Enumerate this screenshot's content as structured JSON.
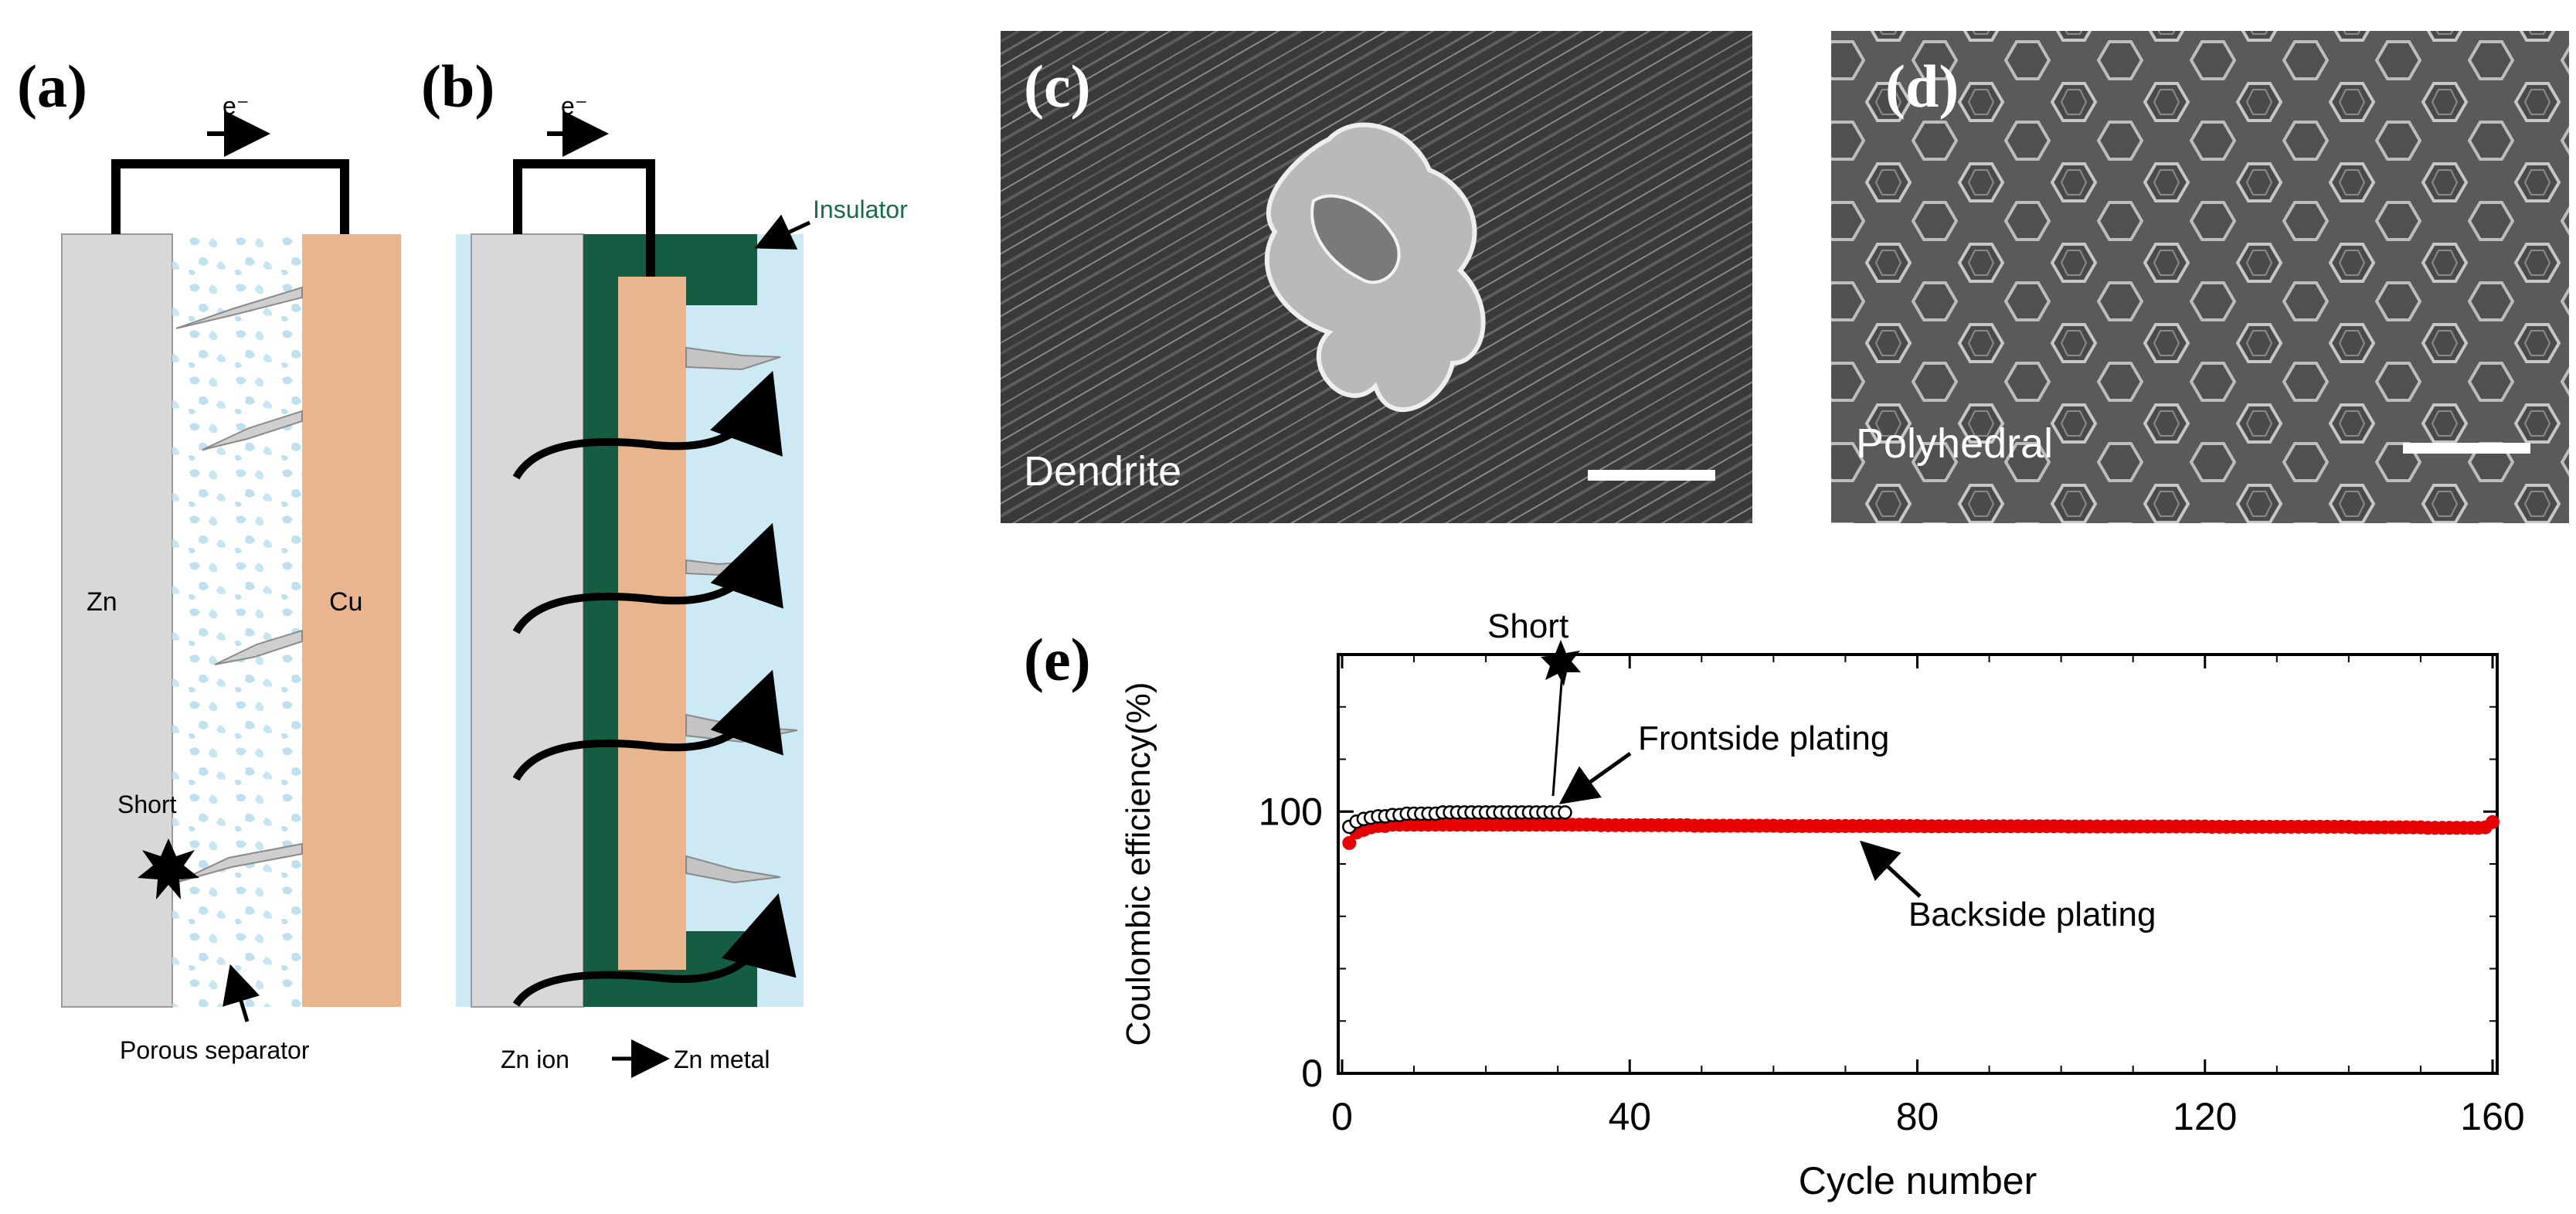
{
  "panels": {
    "a": {
      "label": "(a)",
      "electron": "e⁻",
      "zn": "Zn",
      "cu": "Cu",
      "short": "Short",
      "separator": "Porous separator"
    },
    "b": {
      "label": "(b)",
      "electron": "e⁻",
      "insulator": "Insulator",
      "ion_left": "Zn ion",
      "ion_right": "Zn metal"
    },
    "c": {
      "label": "(c)",
      "caption": "Dendrite"
    },
    "d": {
      "label": "(d)",
      "caption": "Polyhedral"
    },
    "e": {
      "label": "(e)",
      "short": "Short",
      "frontside": "Frontside plating",
      "backside": "Backside plating"
    }
  },
  "colors": {
    "zn": "#d8d8d8",
    "cu": "#e8b58f",
    "insulator": "#145c42",
    "electrolyte": "#cde9f4",
    "backside_series": "#e60000",
    "frontside_series": "#000000"
  },
  "chart_data": {
    "type": "scatter",
    "xlabel": "Cycle number",
    "ylabel": "Coulombic efficiency(%)",
    "xlim": [
      0,
      160
    ],
    "ylim": [
      0,
      160
    ],
    "xticks": [
      0,
      40,
      80,
      120,
      160
    ],
    "yticks": [
      0,
      100
    ],
    "grid": false,
    "series": [
      {
        "name": "Frontside plating",
        "marker": "open-circle",
        "x": [
          1,
          2,
          3,
          4,
          5,
          6,
          7,
          8,
          9,
          10,
          11,
          12,
          13,
          14,
          15,
          16,
          17,
          18,
          19,
          20,
          21,
          22,
          23,
          24,
          25,
          26,
          27,
          28,
          29,
          30,
          31
        ],
        "y": [
          93,
          95,
          96,
          96.5,
          97,
          97,
          97.5,
          97.5,
          98,
          98,
          98,
          98,
          98,
          98.5,
          98.5,
          98.5,
          98.5,
          98.5,
          98.5,
          98.5,
          98.5,
          98.5,
          98.5,
          98.5,
          98.5,
          98.5,
          98.5,
          98.5,
          98.5,
          98.5,
          98.5
        ]
      },
      {
        "name": "Backside plating",
        "marker": "filled-circle",
        "x_start": 1,
        "x_end": 160,
        "y": [
          88,
          92,
          93,
          94,
          94.5,
          94.5,
          95,
          95,
          95,
          95,
          95,
          95,
          95,
          95,
          95,
          95,
          95,
          95,
          95,
          95,
          95,
          95,
          95,
          95,
          95,
          95,
          95,
          95,
          95,
          95,
          95,
          95,
          95,
          95,
          95,
          94.8,
          94.8,
          94.8,
          94.8,
          94.8,
          94.8,
          94.8,
          94.8,
          94.8,
          94.8,
          94.8,
          94.8,
          94.8,
          94.6,
          94.6,
          94.6,
          94.6,
          94.6,
          94.6,
          94.6,
          94.6,
          94.6,
          94.6,
          94.6,
          94.6,
          94.5,
          94.5,
          94.5,
          94.5,
          94.5,
          94.5,
          94.5,
          94.5,
          94.5,
          94.5,
          94.5,
          94.5,
          94.5,
          94.5,
          94.5,
          94.5,
          94.5,
          94.5,
          94.5,
          94.5,
          94.4,
          94.4,
          94.4,
          94.4,
          94.4,
          94.4,
          94.4,
          94.4,
          94.4,
          94.4,
          94.4,
          94.4,
          94.4,
          94.4,
          94.4,
          94.4,
          94.4,
          94.4,
          94.4,
          94.4,
          94.3,
          94.3,
          94.3,
          94.3,
          94.3,
          94.3,
          94.3,
          94.3,
          94.3,
          94.3,
          94.3,
          94.3,
          94.3,
          94.3,
          94.3,
          94.3,
          94.3,
          94.3,
          94.3,
          94.3,
          94.2,
          94.2,
          94.2,
          94.2,
          94.2,
          94.2,
          94.2,
          94.2,
          94.2,
          94.2,
          94.2,
          94.2,
          94.2,
          94.2,
          94.2,
          94.2,
          94.2,
          94.2,
          94.2,
          94.2,
          94,
          94,
          94,
          94,
          94,
          94,
          94,
          94,
          94,
          94,
          93.8,
          93.8,
          93.8,
          93.8,
          93.8,
          93.8,
          93.8,
          93.8,
          94,
          96
        ]
      }
    ]
  }
}
